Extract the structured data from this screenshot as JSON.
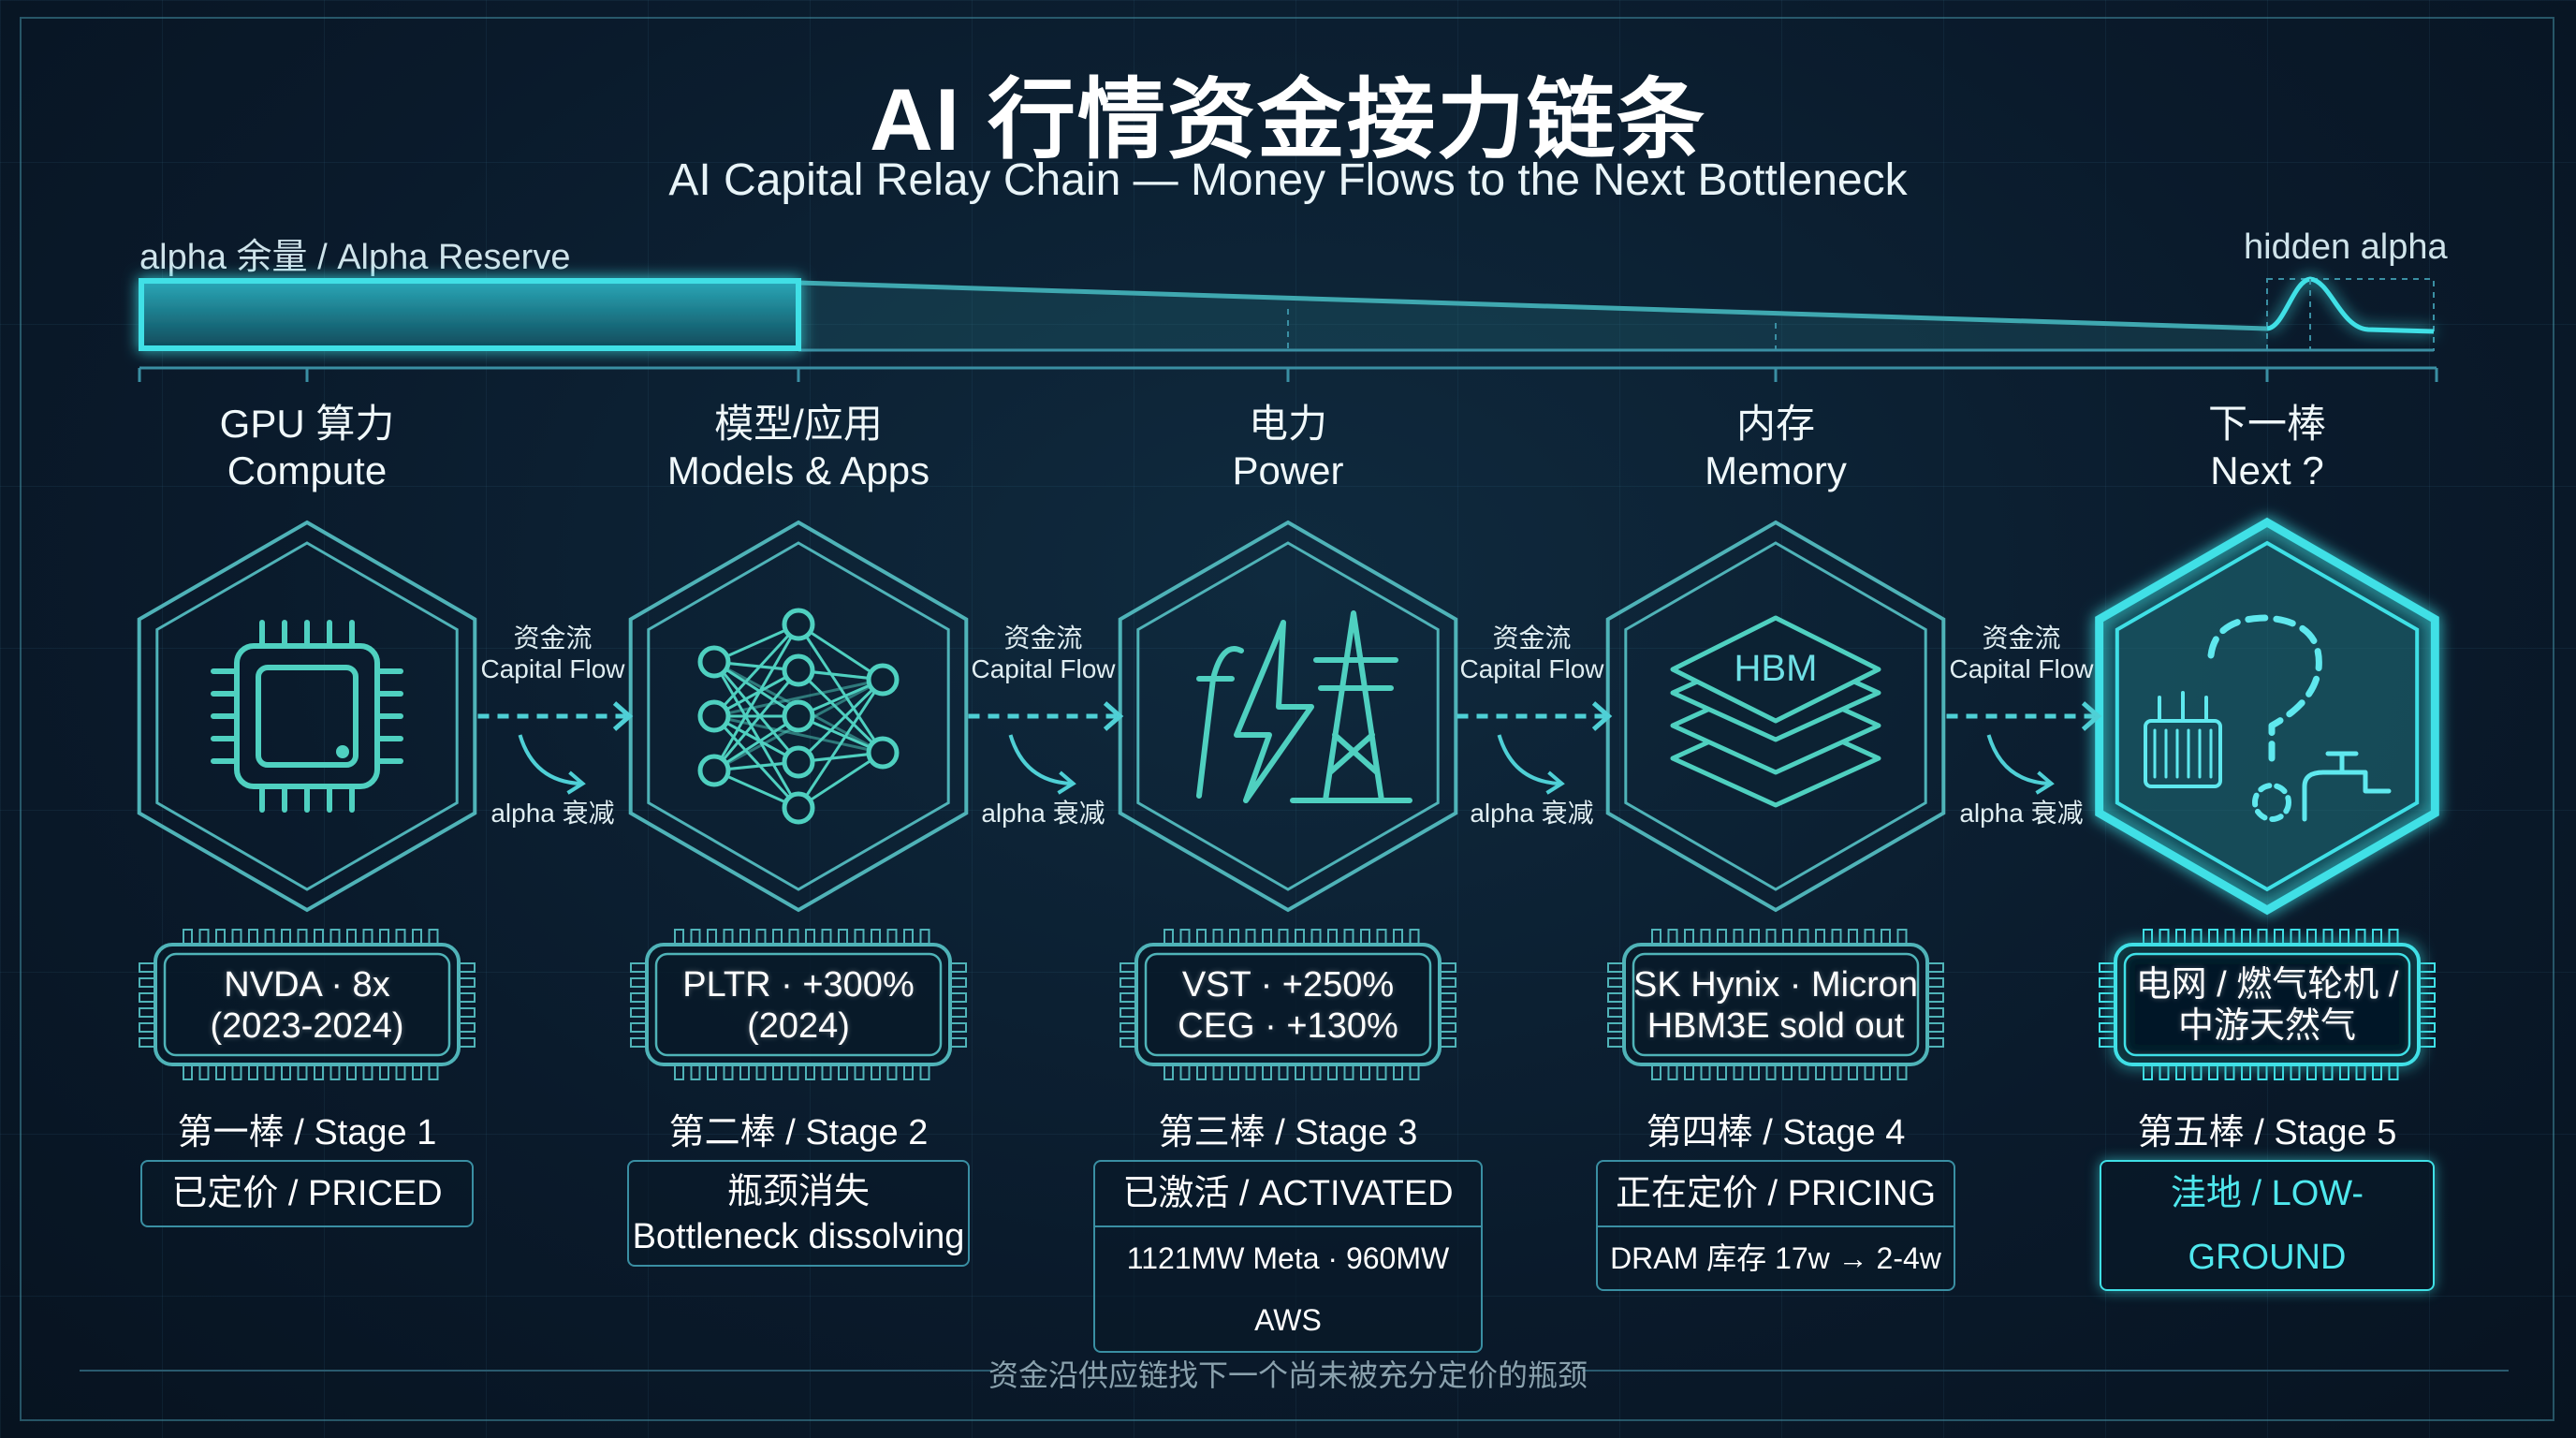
{
  "header": {
    "title": "AI 行情资金接力链条",
    "subtitle": "AI Capital Relay Chain — Money Flows to the Next Bottleneck"
  },
  "reserve": {
    "label": "alpha 余量 / Alpha Reserve",
    "hidden_label": "hidden alpha"
  },
  "flow": {
    "cn": "资金流",
    "en": "Capital Flow",
    "decay": "alpha 衰减"
  },
  "colors": {
    "accent": "#3fe0e6",
    "line": "#4fb3b8",
    "bg": "#0a1a2b"
  },
  "stages": [
    {
      "title_cn": "GPU 算力",
      "title_en": "Compute",
      "icon": "chip-icon",
      "chip": [
        "NVDA · 8x",
        "(2023-2024)"
      ],
      "stage": "第一棒 / Stage 1",
      "status": "已定价 / PRICED",
      "status2": null
    },
    {
      "title_cn": "模型/应用",
      "title_en": "Models & Apps",
      "icon": "neural-network-icon",
      "chip": [
        "PLTR · +300%",
        "(2024)"
      ],
      "stage": "第二棒 / Stage 2",
      "status": "瓶颈消失",
      "status_line2": "Bottleneck dissolving",
      "status2": null
    },
    {
      "title_cn": "电力",
      "title_en": "Power",
      "icon": "power-tower-icon",
      "chip": [
        "VST · +250%",
        "CEG · +130%"
      ],
      "stage": "第三棒 / Stage 3",
      "status": "已激活 / ACTIVATED",
      "status2": "1121MW Meta · 960MW AWS"
    },
    {
      "title_cn": "内存",
      "title_en": "Memory",
      "icon": "hbm-memory-icon",
      "icon_text": "HBM",
      "chip": [
        "SK Hynix · Micron",
        "HBM3E sold out"
      ],
      "stage": "第四棒 / Stage 4",
      "status": "正在定价 / PRICING",
      "status2": "DRAM 库存 17w → 2-4w"
    },
    {
      "title_cn": "下一棒",
      "title_en": "Next ?",
      "icon": "question-transformer-icon",
      "chip": [
        "电网 / 燃气轮机 /",
        "中游天然气"
      ],
      "stage": "第五棒 / Stage 5",
      "status": "洼地 / LOW-GROUND",
      "status2": null
    }
  ],
  "footer": "资金沿供应链找下一个尚未被充分定价的瓶颈"
}
